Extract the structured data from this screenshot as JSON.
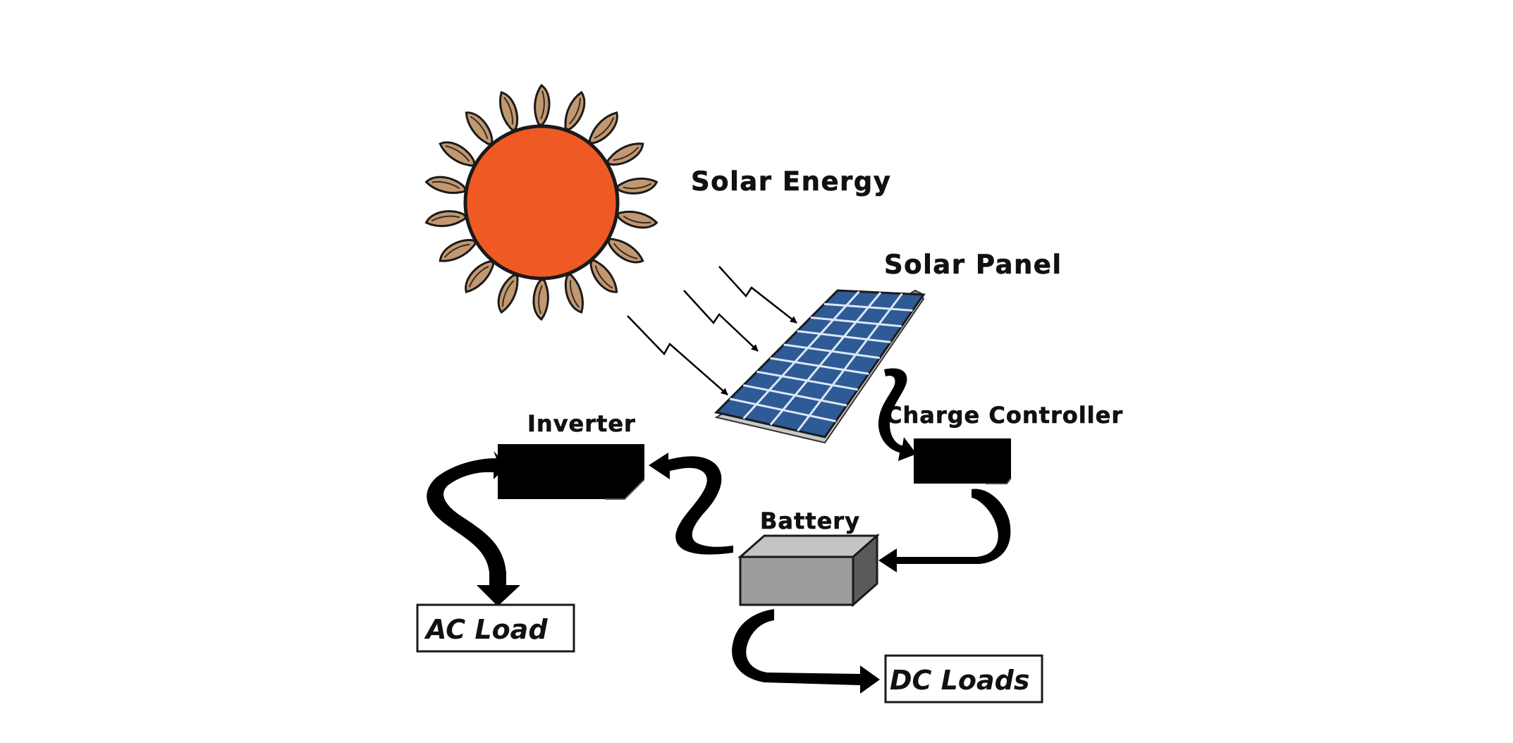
{
  "labels": {
    "solar_energy": "Solar Energy",
    "solar_panel": "Solar Panel",
    "inverter": "Inverter",
    "charge_controller": "Charge Controller",
    "battery": "Battery",
    "ac_load": "AC Load",
    "dc_loads": "DC Loads"
  },
  "colors": {
    "sun": "#ef5a24",
    "sun_ray": "#c19872",
    "panel": "#2e5a96",
    "panel_grid": "#dce8f5",
    "battery": "#9c9c9c",
    "device": "#000000"
  },
  "icons": {
    "sun": "sun-icon",
    "solar_panel": "solar-panel-icon",
    "inverter": "inverter-box-icon",
    "charge_controller": "charge-controller-box-icon",
    "battery": "battery-icon"
  }
}
